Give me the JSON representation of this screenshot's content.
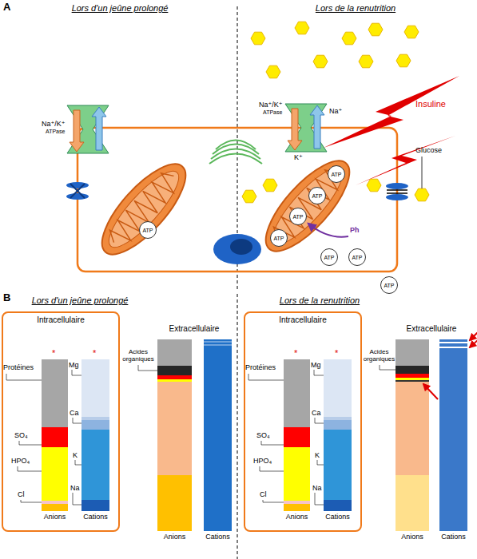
{
  "diagram": {
    "nodes": [
      {
        "text": [
          "ATP"
        ]
      },
      {
        "text": [
          "ATP"
        ]
      },
      {
        "text": [
          "ATP"
        ]
      },
      {
        "text": [
          "ATP"
        ]
      },
      {
        "text": [
          "ATP"
        ]
      },
      {
        "text": [
          "ATP"
        ]
      },
      {
        "text": [
          "ATP"
        ]
      },
      {
        "text": [
          "ATP"
        ]
      },
      {
        "text": [
          "Intracellulaire"
        ]
      },
      {
        "text": [
          "Anions"
        ],
        "in": 8
      },
      {
        "text": [
          "Cations"
        ],
        "in": 8
      },
      {
        "text": [
          "Anions"
        ]
      },
      {
        "text": [
          "Cations"
        ]
      },
      {
        "text": [
          "Intracellulaire"
        ]
      },
      {
        "text": [
          "Anions"
        ],
        "in": 13
      },
      {
        "text": [
          "Cations"
        ],
        "in": 13
      },
      {
        "text": [
          "Anions"
        ]
      },
      {
        "text": [
          "Cations"
        ]
      }
    ],
    "labels": [
      "A",
      "Lors d'un jeûne prolongé",
      "Lors de la renutrition",
      "Na⁺/K⁺",
      "ATPase",
      "Na⁺/K⁺",
      "ATPase",
      "Na⁺",
      "Insuline",
      "K⁺",
      "Glucose",
      "Ph",
      "B",
      "Lors d'un jeûne prolongé",
      "Lors de la renutrition",
      "Protéines",
      "*",
      "*",
      "Mg",
      "SO₄",
      "Ca",
      "HPO₄",
      "K",
      "Cl",
      "Na",
      "Extracellulaire",
      "Acides organiques",
      "Protéines",
      "*",
      "*",
      "Mg",
      "SO₄",
      "Ca",
      "HPO₄",
      "K",
      "Cl",
      "Na",
      "Extracellulaire",
      "Acides organiques"
    ]
  }
}
